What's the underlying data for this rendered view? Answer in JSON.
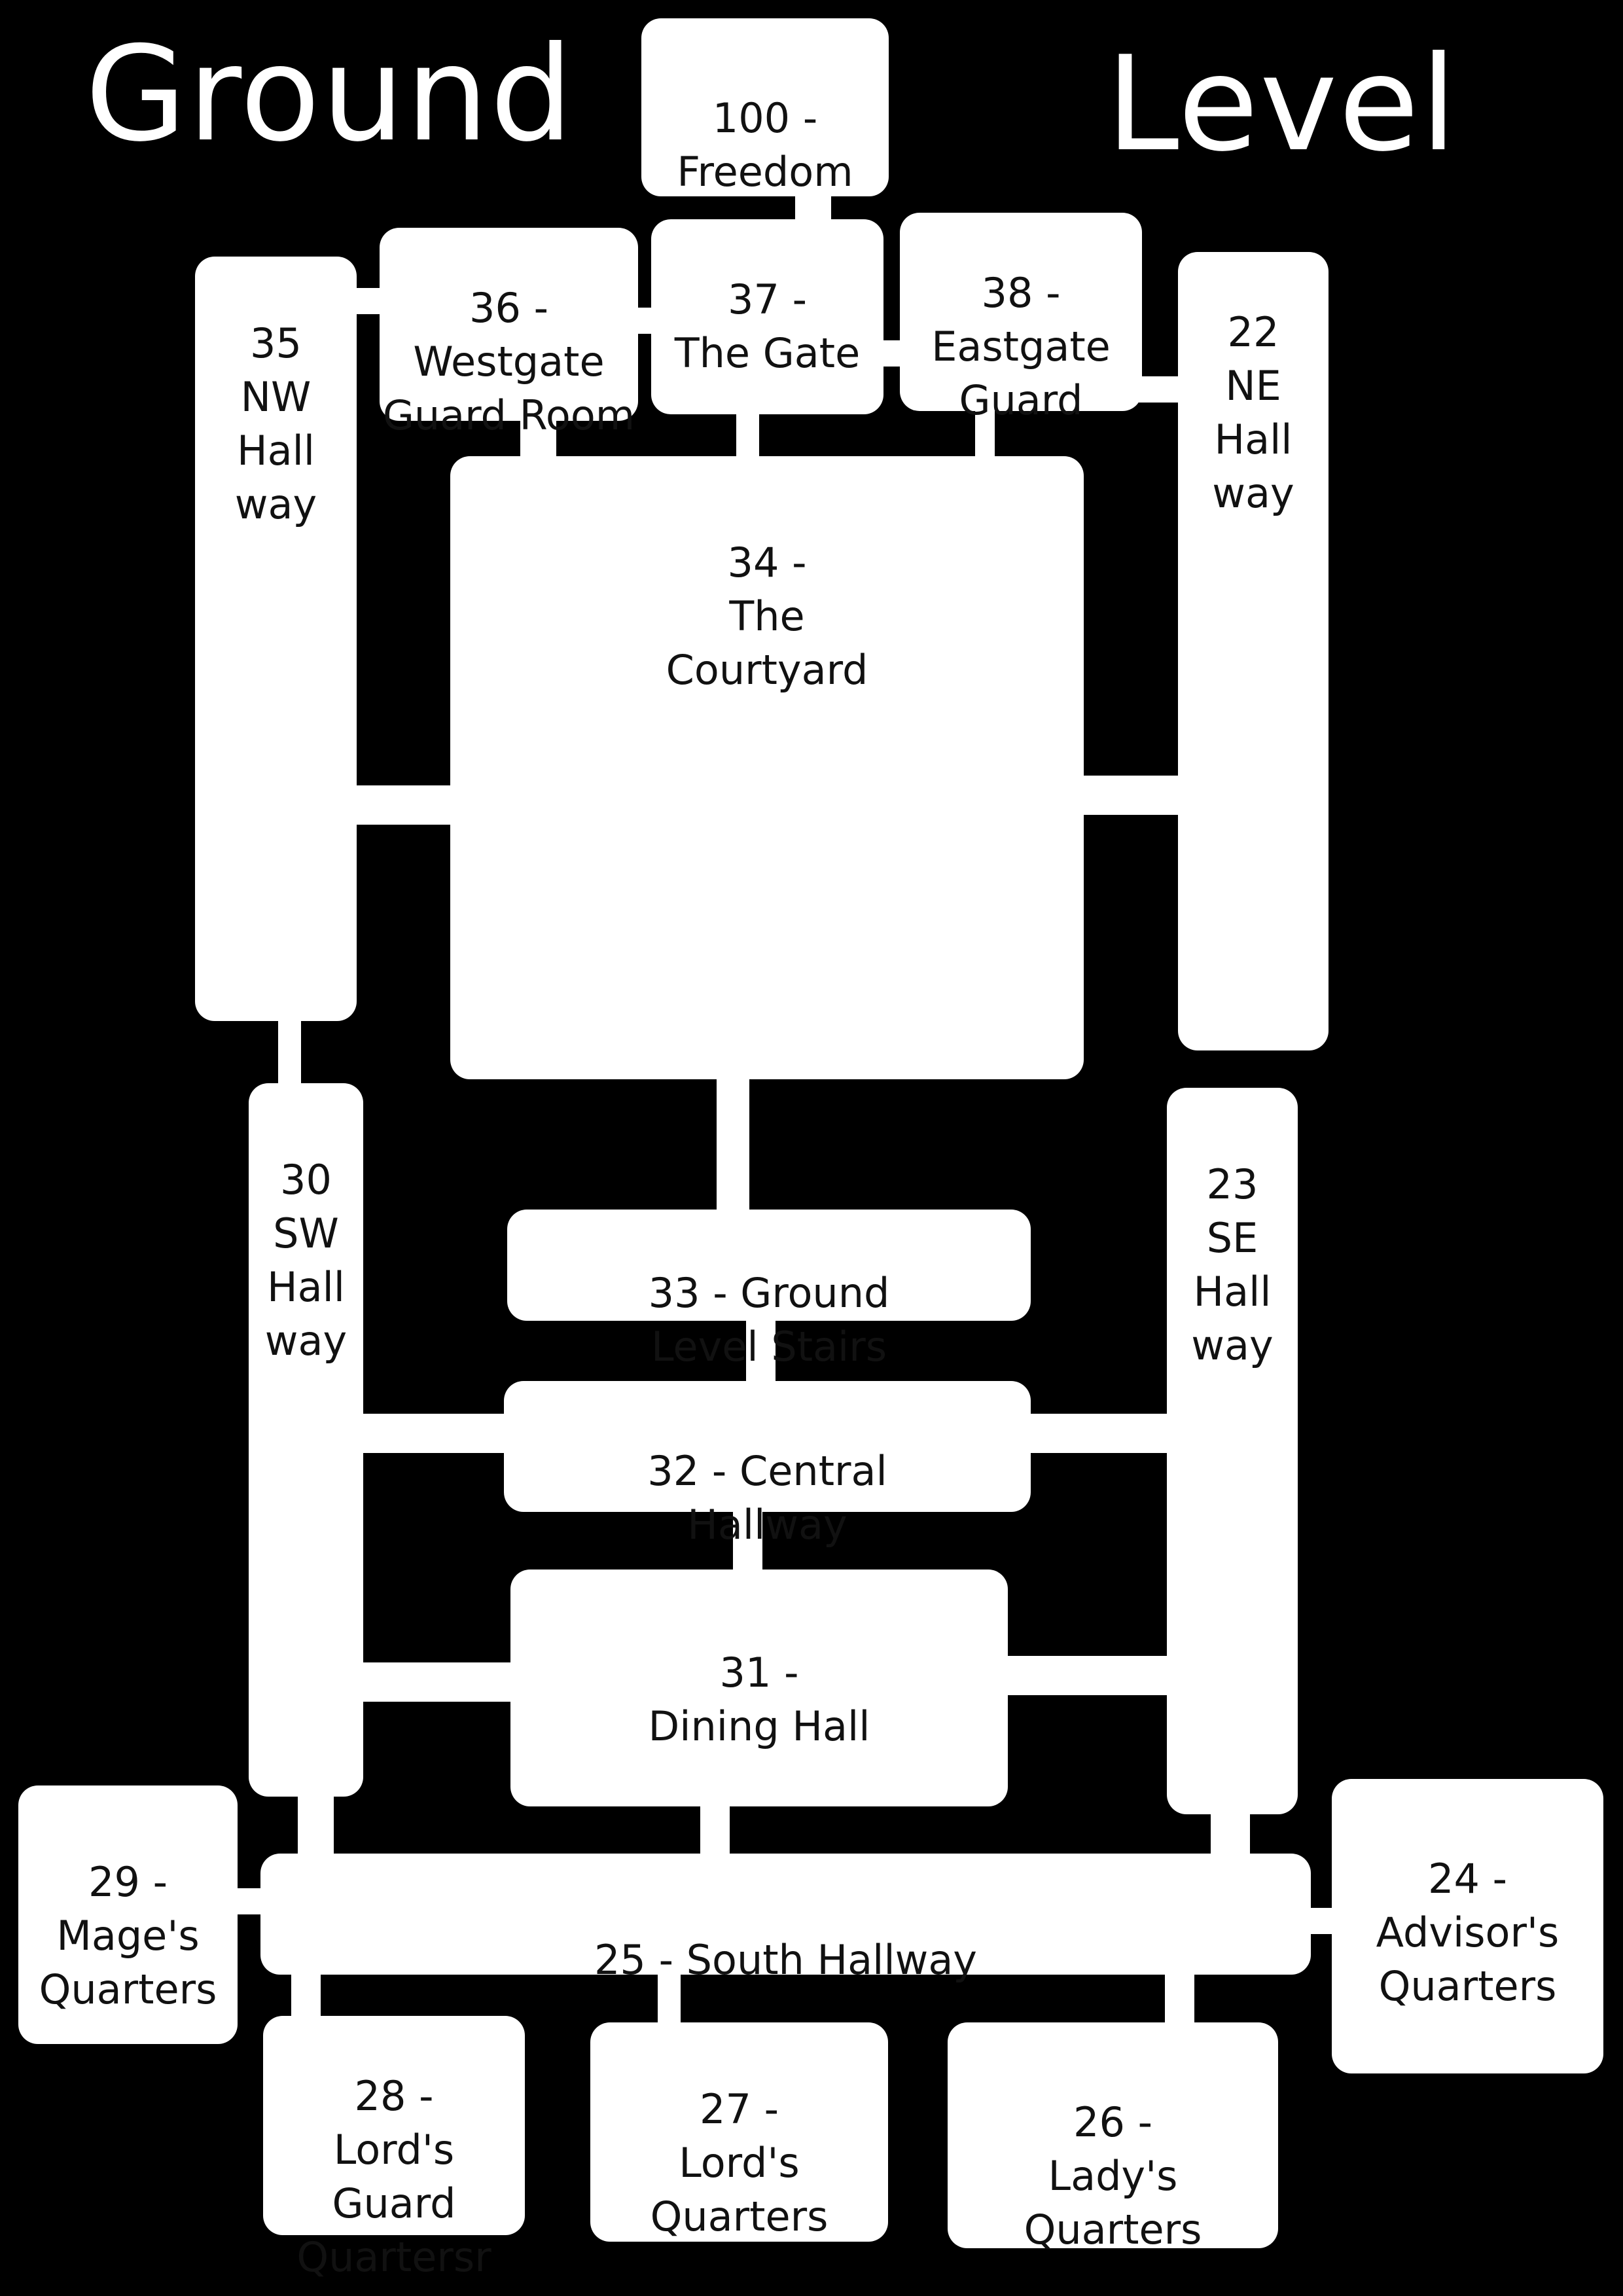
{
  "map": {
    "title_left": "Ground",
    "title_right": "Level",
    "rooms": {
      "r100": "100 -\nFreedom",
      "r36": "36 -\nWestgate\nGuard Room",
      "r37": "37 -\nThe Gate",
      "r38": "38 -\nEastgate\nGuard",
      "r35": "35\nNW\nHall\nway",
      "r22": "22\nNE\nHall\nway",
      "r34": "34 -\nThe\nCourtyard",
      "r30": "30\nSW\nHall\nway",
      "r23": "23\nSE\nHall\nway",
      "r33": "33 - Ground\nLevel Stairs",
      "r32": "32 - Central\nHallway",
      "r31": "31 -\nDining Hall",
      "r29": "29 -\nMage's\nQuarters",
      "r24": "24 -\nAdvisor's\nQuarters",
      "r25": "25 - South Hallway",
      "r28": "28 -\nLord's\nGuard\nQuartersr",
      "r27": "27 -\nLord's\nQuarters",
      "r26": "26 -\nLady's\nQuarters"
    }
  },
  "colors": {
    "background": "#000000",
    "room": "#ffffff",
    "text": "#111111"
  }
}
